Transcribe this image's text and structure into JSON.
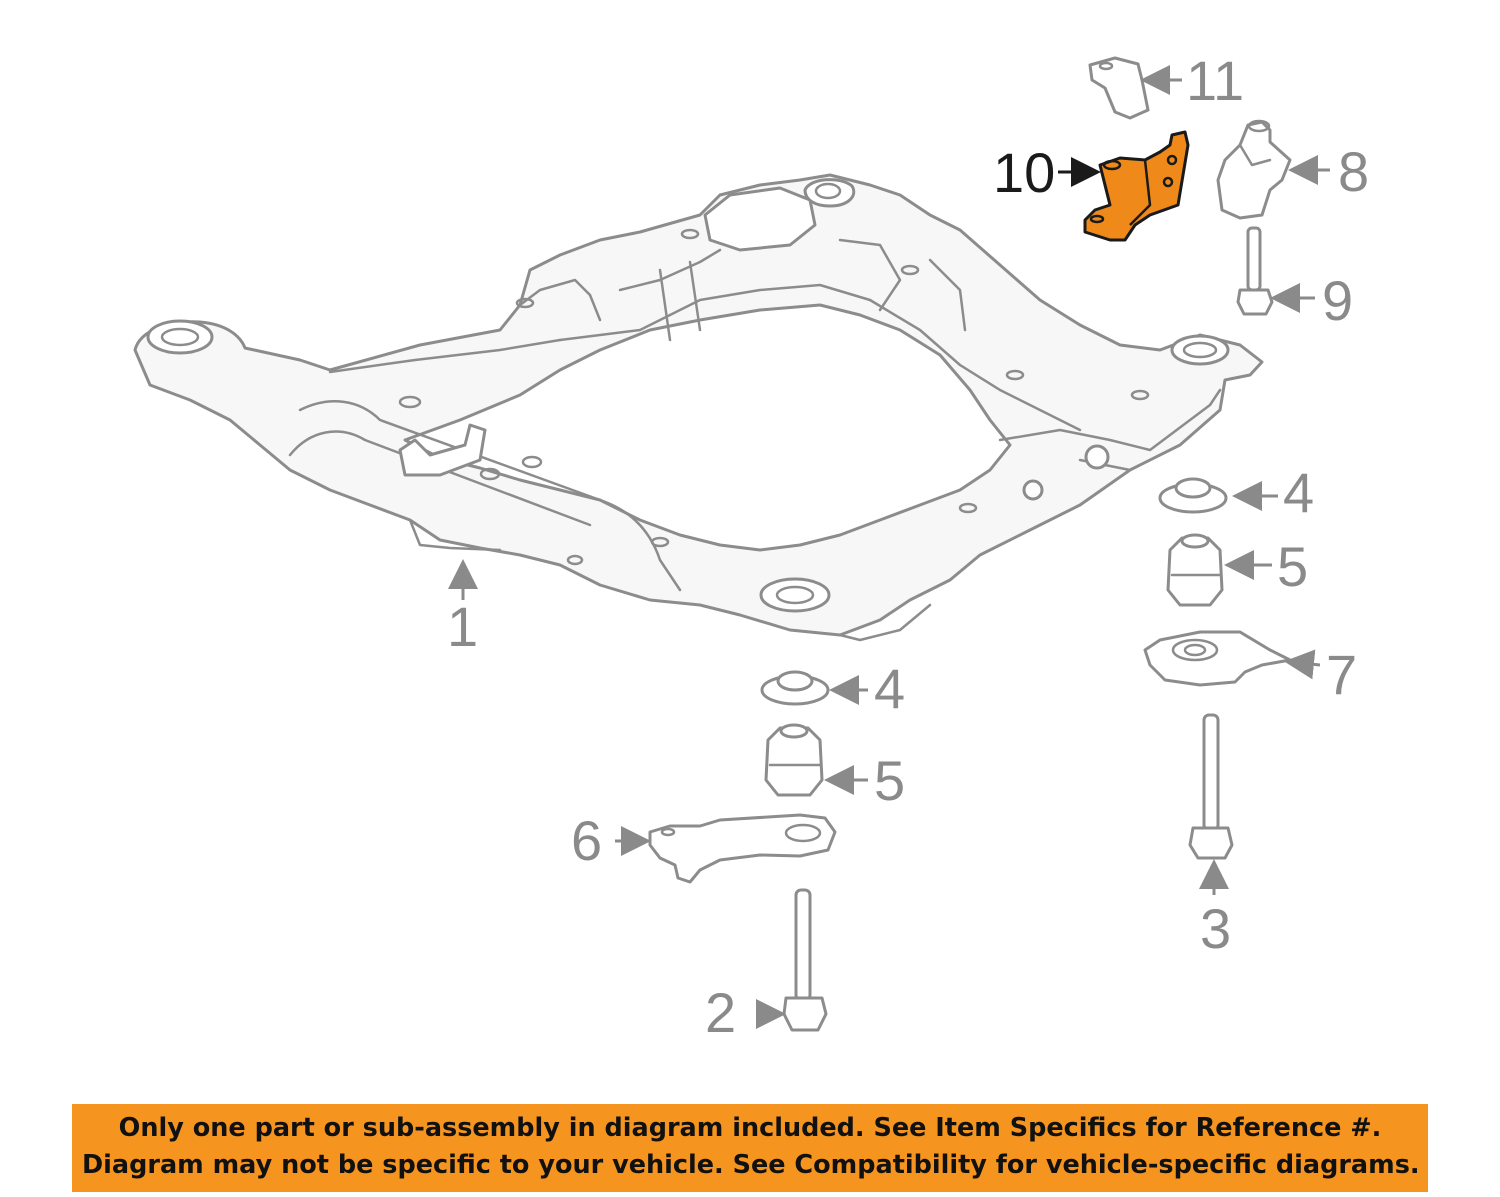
{
  "callouts": {
    "c1": "1",
    "c2": "2",
    "c3": "3",
    "c4a": "4",
    "c4b": "4",
    "c5a": "5",
    "c5b": "5",
    "c6": "6",
    "c7": "7",
    "c8": "8",
    "c9": "9",
    "c10": "10",
    "c11": "11"
  },
  "highlighted_part": "10",
  "colors": {
    "highlight": "#ef8a1a",
    "banner": "#f5951f",
    "line": "#8c8c8c"
  },
  "banner": {
    "line1": "Only one part or sub-assembly in diagram included. See Item Specifics for Reference #.",
    "line2": "Diagram may not be specific to your vehicle. See Compatibility for vehicle-specific diagrams."
  }
}
